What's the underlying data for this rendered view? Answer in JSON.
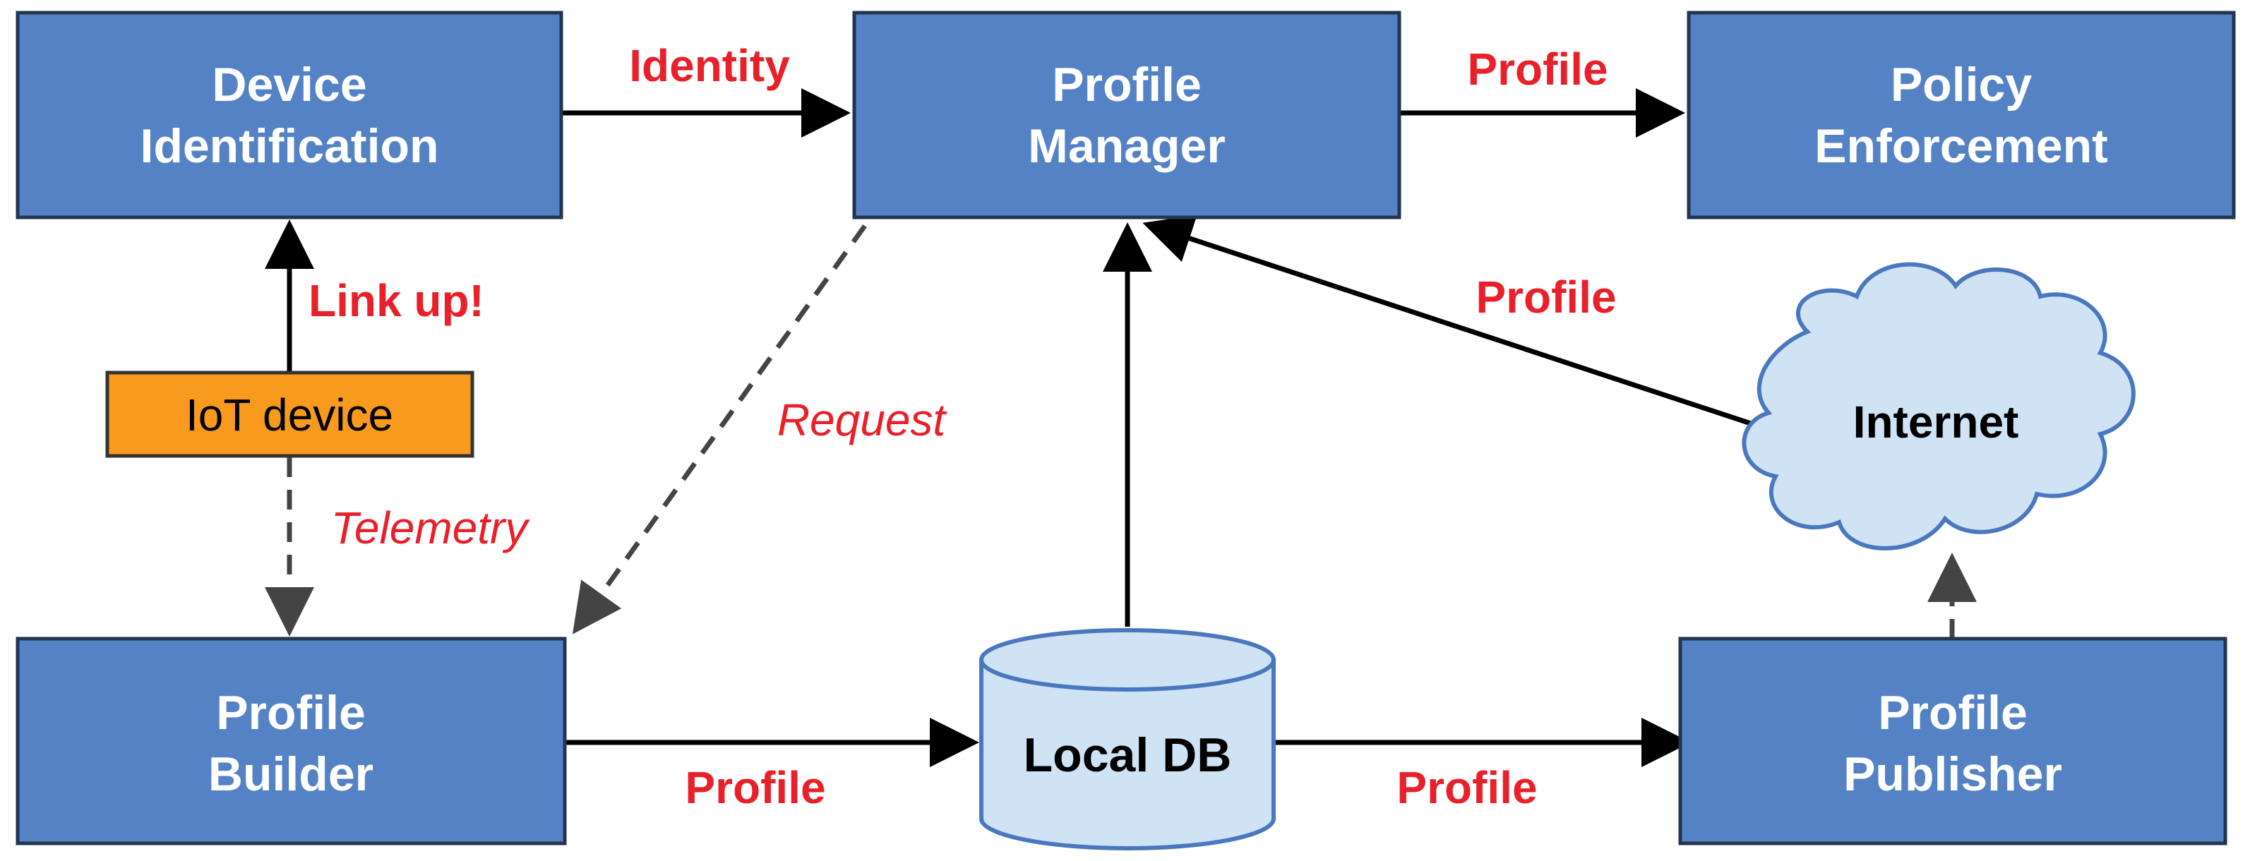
{
  "nodes": {
    "device_identification": {
      "line1": "Device",
      "line2": "Identification"
    },
    "profile_manager": {
      "line1": "Profile",
      "line2": "Manager"
    },
    "policy_enforcement": {
      "line1": "Policy",
      "line2": "Enforcement"
    },
    "iot_device": {
      "label": "IoT device"
    },
    "profile_builder": {
      "line1": "Profile",
      "line2": "Builder"
    },
    "local_db": {
      "label": "Local DB"
    },
    "profile_publisher": {
      "line1": "Profile",
      "line2": "Publisher"
    },
    "internet": {
      "label": "Internet"
    }
  },
  "edges": {
    "identity": "Identity",
    "profile_to_policy": "Profile",
    "link_up": "Link up!",
    "request": "Request",
    "telemetry": "Telemetry",
    "profile_from_internet": "Profile",
    "builder_to_db": "Profile",
    "db_to_publisher": "Profile"
  },
  "colors": {
    "box_fill": "#5582c4",
    "box_stroke": "#22344f",
    "iot_fill": "#f79a1e",
    "db_fill": "#cfe3f4",
    "db_stroke": "#4a78bf",
    "label_red": "#e8202a",
    "arrow": "#000000",
    "dashed_arrow": "#444444"
  }
}
